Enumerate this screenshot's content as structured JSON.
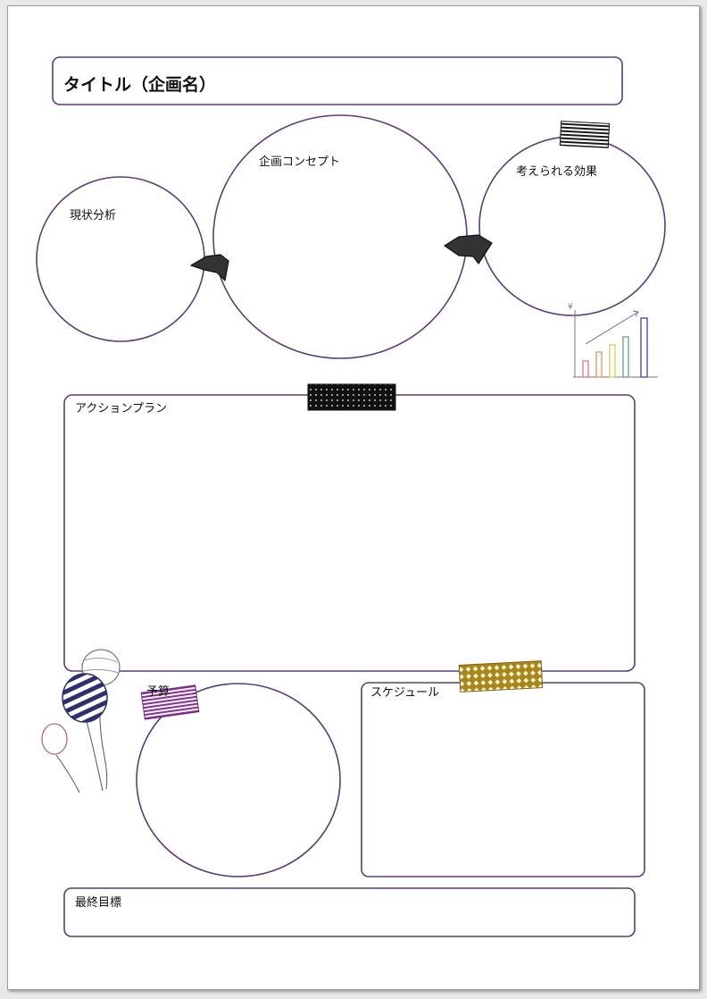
{
  "title": "タイトル（企画名）",
  "sections": {
    "current_analysis": "現状分析",
    "concept": "企画コンセプト",
    "expected_effects": "考えられる効果",
    "action_plan": "アクションプラン",
    "budget": "予算",
    "schedule": "スケジュール",
    "final_goal": "最終目標"
  },
  "chart_icon": {
    "currency_mark": "¥"
  },
  "colors": {
    "frame": "#5b3b7c",
    "arrow": "#333333",
    "tape_budget": "#8a2a9c",
    "tape_schedule": "#a8861a",
    "balloon_stripe": "#2e2f6e",
    "balloon_pink": "#b06a80",
    "bar_colors": [
      "#e46f86",
      "#e9925c",
      "#e2cd4e",
      "#62a876",
      "#4f5fb5"
    ]
  }
}
